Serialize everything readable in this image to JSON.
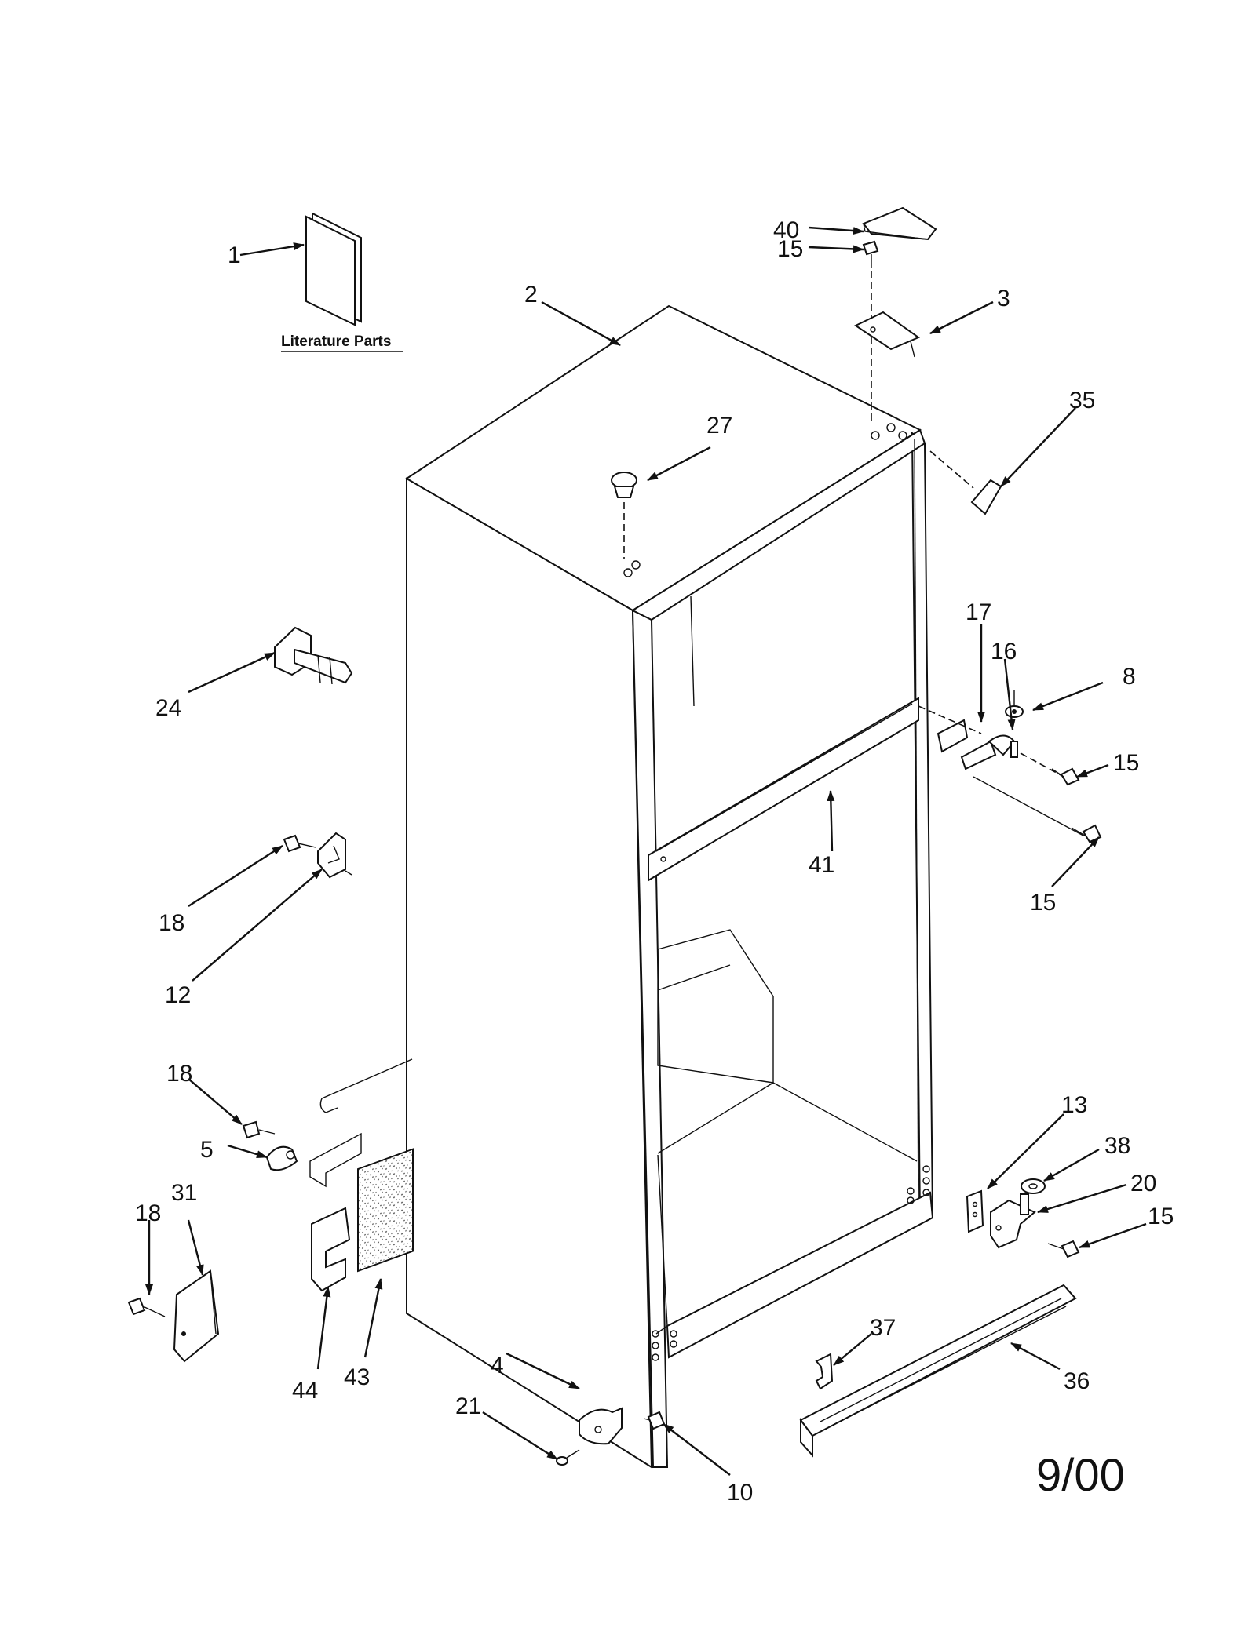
{
  "literature_caption": "Literature Parts",
  "date_code": "9/00",
  "callouts": {
    "c1": "1",
    "c2": "2",
    "c3": "3",
    "c4": "4",
    "c5": "5",
    "c8": "8",
    "c10": "10",
    "c12": "12",
    "c13": "13",
    "c15a": "15",
    "c15b": "15",
    "c15c": "15",
    "c15d": "15",
    "c16": "16",
    "c17": "17",
    "c18a": "18",
    "c18b": "18",
    "c18c": "18",
    "c20": "20",
    "c21": "21",
    "c24": "24",
    "c27": "27",
    "c31": "31",
    "c35": "35",
    "c36": "36",
    "c37": "37",
    "c38": "38",
    "c40": "40",
    "c41": "41",
    "c43": "43",
    "c44": "44"
  }
}
